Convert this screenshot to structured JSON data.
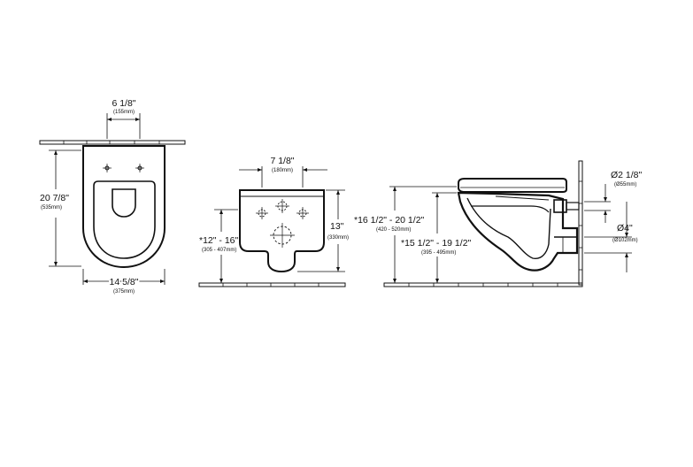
{
  "top_view": {
    "width_in": "6 1/8\"",
    "width_mm": "(155mm)",
    "depth_in": "20 7/8\"",
    "depth_mm": "(535mm)",
    "overall_in": "14 5/8\"",
    "overall_mm": "(375mm)"
  },
  "front_view": {
    "width_in": "7 1/8\"",
    "width_mm": "(180mm)",
    "height_in": "13\"",
    "height_mm": "(330mm)",
    "range_in": "*12\" - 16\"",
    "range_mm": "(305 - 407mm)"
  },
  "side_view": {
    "range_top_in": "*16 1/2\" - 20 1/2\"",
    "range_top_mm": "(420 - 520mm)",
    "range_bottom_in": "*15 1/2\" - 19 1/2\"",
    "range_bottom_mm": "(395 - 495mm)",
    "dia_top_in": "Ø2 1/8\"",
    "dia_top_mm": "(Ø55mm)",
    "dia_bottom_in": "Ø4\"",
    "dia_bottom_mm": "(Ø102mm)"
  }
}
